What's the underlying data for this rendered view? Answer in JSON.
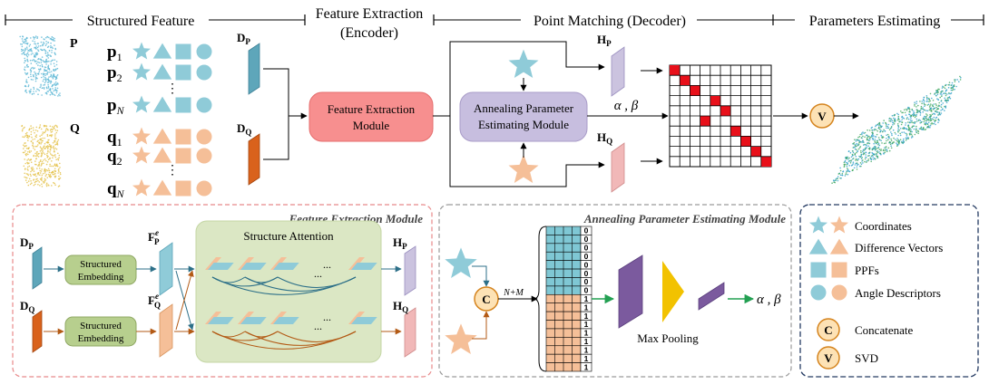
{
  "sections": {
    "structured_feature": "Structured Feature",
    "feature_extraction_l1": "Feature Extraction",
    "feature_extraction_l2": "(Encoder)",
    "point_matching": "Point Matching (Decoder)",
    "parameters_estimating": "Parameters Estimating"
  },
  "clouds": {
    "p_label": "P",
    "q_label": "Q"
  },
  "rows": {
    "p": [
      {
        "base": "p",
        "sub": "1"
      },
      {
        "base": "p",
        "sub": "2"
      },
      {
        "base": "p",
        "sub": "N"
      }
    ],
    "q": [
      {
        "base": "q",
        "sub": "1"
      },
      {
        "base": "q",
        "sub": "2"
      },
      {
        "base": "q",
        "sub": "N"
      }
    ],
    "dots": "⋮"
  },
  "descriptors": {
    "dp_base": "D",
    "dp_sub": "P",
    "dq_base": "D",
    "dq_sub": "Q"
  },
  "encoder": {
    "line1": "Feature Extraction",
    "line2": "Module"
  },
  "apem_box": {
    "line1": "Annealing Parameter",
    "line2": "Estimating Module"
  },
  "decoder": {
    "hp_base": "H",
    "hp_sub": "P",
    "hq_base": "H",
    "hq_sub": "Q",
    "alpha_beta": "α , β",
    "matrix_size": 10,
    "matrix_marks": [
      [
        0,
        0
      ],
      [
        1,
        1
      ],
      [
        2,
        2
      ],
      [
        3,
        4
      ],
      [
        4,
        5
      ],
      [
        5,
        3
      ],
      [
        6,
        6
      ],
      [
        7,
        7
      ],
      [
        8,
        8
      ],
      [
        9,
        9
      ]
    ],
    "svd_symbol": "V"
  },
  "fem_panel": {
    "title": "Feature Extraction Module",
    "dp_base": "D",
    "dp_sub": "P",
    "dq_base": "D",
    "dq_sub": "Q",
    "embed_line1": "Structured",
    "embed_line2": "Embedding",
    "fp_base": "F",
    "fp_sub": "P",
    "fp_sup": "e",
    "fq_base": "F",
    "fq_sub": "Q",
    "fq_sup": "e",
    "attention_title": "Structure Attention",
    "ellipsis": "...",
    "hp_base": "H",
    "hp_sub": "P",
    "hq_base": "H",
    "hq_sub": "Q"
  },
  "apem_panel": {
    "title": "Annealing Parameter Estimating Module",
    "concat_symbol": "C",
    "nm_label": "N+M",
    "column_values": [
      "0",
      "0",
      "0",
      "0",
      "0",
      "0",
      "0",
      "0",
      "1",
      "1",
      "1",
      "1",
      "1",
      "1",
      "1",
      "1",
      "1"
    ],
    "max_pooling": "Max Pooling",
    "alpha_beta": "α , β"
  },
  "legend": {
    "items": [
      {
        "label": "Coordinates",
        "glyph": "star"
      },
      {
        "label": "Difference Vectors",
        "glyph": "triangle"
      },
      {
        "label": "PPFs",
        "glyph": "square"
      },
      {
        "label": "Angle Descriptors",
        "glyph": "circle"
      },
      {
        "label": "Concatenate",
        "glyph": "C"
      },
      {
        "label": "SVD",
        "glyph": "V"
      }
    ]
  },
  "colors": {
    "blue": "#8fcbd8",
    "orange": "#f5bf98",
    "descriptor_blue": "#5ea6ba",
    "descriptor_orange": "#d9621c",
    "encoder_fill": "#f78f8f",
    "apem_fill": "#c7bedf",
    "match_red": "#e8101a",
    "embed_green": "#b7cf8e",
    "attention_green": "#dbe7c4",
    "pool_purple": "#7b5a9e",
    "pool_yellow": "#f2c200",
    "svd_fill": "#fde2b5",
    "svd_stroke": "#d5841e",
    "arrow_green": "#23a052",
    "panel_red": "#e8898a",
    "panel_gray": "#9a9a9a",
    "panel_navy": "#243a62"
  }
}
